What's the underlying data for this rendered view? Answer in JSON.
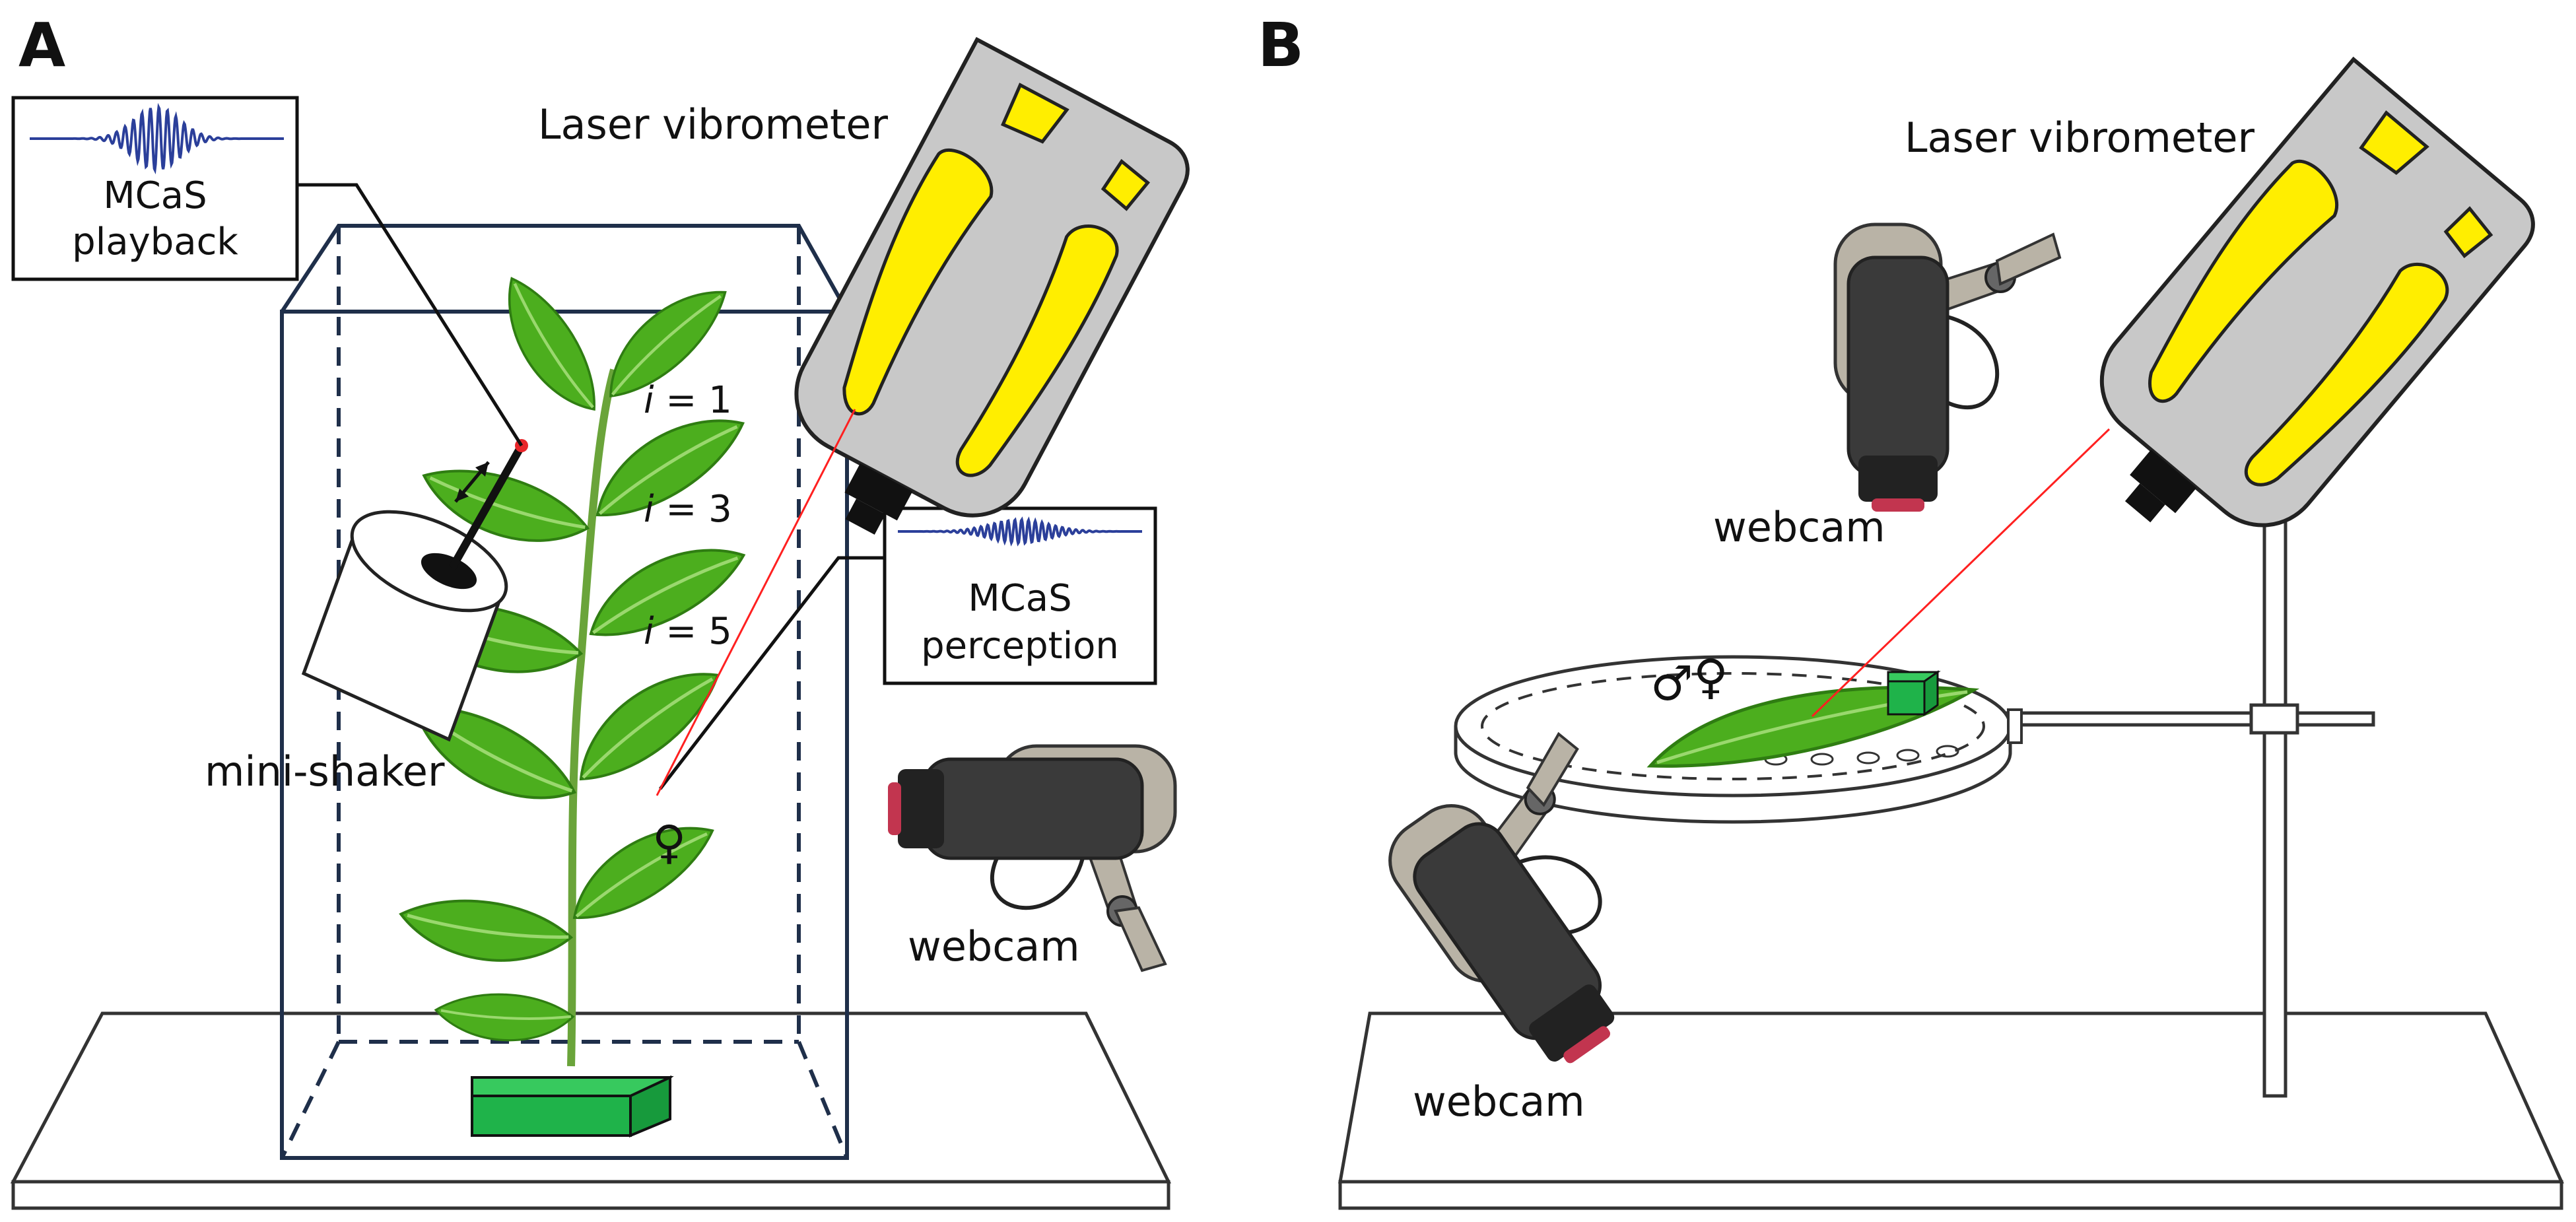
{
  "panels": {
    "a": {
      "letter": "A",
      "laser_label": "Laser  vibrometer",
      "playback_box": {
        "line1": "MCaS",
        "line2": "playback"
      },
      "perception_box": {
        "line1": "MCaS",
        "line2": "perception"
      },
      "shaker_label": "mini-shaker",
      "webcam_label": "webcam",
      "leaf_labels": [
        {
          "var": "i",
          "rest": " = 1"
        },
        {
          "var": "i",
          "rest": " = 3"
        },
        {
          "var": "i",
          "rest": " = 5"
        }
      ],
      "female_symbol": "♀"
    },
    "b": {
      "letter": "B",
      "laser_label": "Laser  vibrometer",
      "webcam_top_label": "webcam",
      "webcam_bottom_label": "webcam",
      "male_symbol": "♂",
      "female_symbol": "♀"
    }
  },
  "colors": {
    "laser_body": "#c8c8c8",
    "laser_accent": "#ffee00",
    "laser_beam": "#ff2020",
    "leaf": "#4cae1e",
    "leaf_dark": "#2f7d12",
    "cube": "#1fb34a",
    "wave": "#2b3f9a",
    "female": "#e8262a",
    "male": "#1f49d6",
    "camera_body": "#3a3a3a",
    "camera_shell": "#b9b3a6"
  }
}
